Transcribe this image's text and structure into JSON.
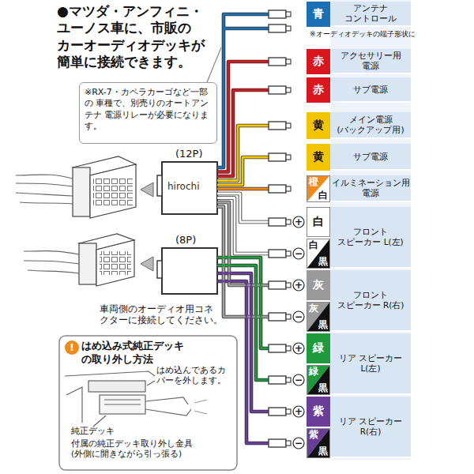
{
  "diagram": {
    "title": "●マツダ・アンフィニ・ ユーノス車に、市販の カーオーディオデッキが 簡単に接続できます。",
    "nodes": [
      {
        "text": [
          "※RX-7・カペラカーゴなど一部の 車種で、別売りのオートアンテナ 電源リレーが必要になります。"
        ]
      },
      {
        "text": [
          "青"
        ]
      },
      {
        "text": [
          "アンテナ コントロール"
        ]
      },
      {
        "text": [
          "赤"
        ]
      },
      {
        "text": [
          "アクセサリー用 電源"
        ]
      },
      {
        "text": [
          "赤"
        ]
      },
      {
        "text": [
          "サブ電源"
        ]
      },
      {
        "text": [
          "黄"
        ]
      },
      {
        "text": [
          "メイン電源 (バックアップ用)"
        ]
      },
      {
        "text": [
          "黄"
        ]
      },
      {
        "text": [
          "サブ電源"
        ]
      },
      {
        "text": [
          "橙",
          "白"
        ]
      },
      {
        "text": [
          "イルミネーション用 電源"
        ]
      },
      {
        "text": [
          "白"
        ]
      },
      {
        "text": [
          "白",
          "黒"
        ]
      },
      {
        "text": [
          "フロント スピーカー L(左)"
        ]
      },
      {
        "text": [
          "灰"
        ]
      },
      {
        "text": [
          "灰",
          "黒"
        ]
      },
      {
        "text": [
          "フロント スピーカー R(右)"
        ]
      },
      {
        "text": [
          "緑"
        ]
      },
      {
        "text": [
          "緑",
          "黒"
        ]
      },
      {
        "text": [
          "リア スピーカー L(左)"
        ]
      },
      {
        "text": [
          "紫"
        ]
      },
      {
        "text": [
          "紫",
          "黒"
        ]
      },
      {
        "text": [
          "リア スピーカー R(右)"
        ]
      },
      {
        "text": [
          "はめ込み式純正デッキ の取り外し方法"
        ]
      }
    ],
    "labels": [
      "(12P)",
      "hirochi",
      "(8P)",
      "車両側のオーディオ用コネ クターに接続してください。",
      "※オーディオデッキの端子形状に",
      "!",
      "はめ込んであるカ バーを外します。",
      "純正デッキ",
      "付属の純正デッキ取り外し金具 (外側に開きながら引っ張る)",
      "+",
      "−",
      "+",
      "−",
      "+",
      "−",
      "+",
      "−"
    ]
  }
}
